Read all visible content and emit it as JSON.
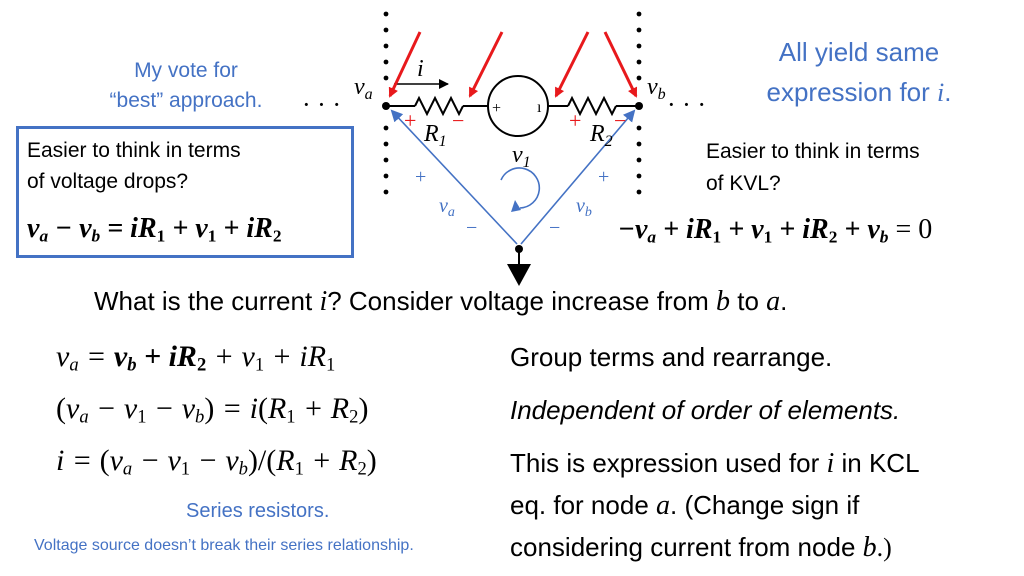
{
  "notes": {
    "vote": "My vote for",
    "vote2": "“best” approach.",
    "all_yield": "All yield same",
    "all_yield2": "expression for",
    "all_yield2_var": "i",
    "all_yield2_end": "."
  },
  "left_box": {
    "line1": "Easier to think in terms",
    "line2": "of voltage drops?"
  },
  "right_note": {
    "line1": "Easier to think in terms",
    "line2": "of KVL?"
  },
  "circuit": {
    "current": "i",
    "va": "v",
    "va_sub": "a",
    "vb": "v",
    "vb_sub": "b",
    "r1": "R",
    "r1_sub": "1",
    "r2": "R",
    "r2_sub": "2",
    "v1": "v",
    "v1_sub": "1",
    "plus": "+",
    "minus": "−",
    "src_plus": "+",
    "src_minus": "ı",
    "dots": "· · ·"
  },
  "question": {
    "part1": "What is the current",
    "var": "i",
    "part2": "?   Consider voltage increase from",
    "b": "b",
    "to": "to",
    "a": "a",
    "end": "."
  },
  "right_lines": {
    "line1": "Group terms and rearrange.",
    "line2": "Independent of order of elements.",
    "line3a": "This is expression used for",
    "line3var": "i",
    "line3b": "in KCL",
    "line4a": "eq. for node",
    "line4var": "a",
    "line4b": ".  (Change sign if",
    "line5a": "considering current from node",
    "line5var": "b",
    "line5b": ".)"
  },
  "series": {
    "label": "Series resistors.",
    "sub": "Voltage source doesn’t break their series relationship."
  }
}
